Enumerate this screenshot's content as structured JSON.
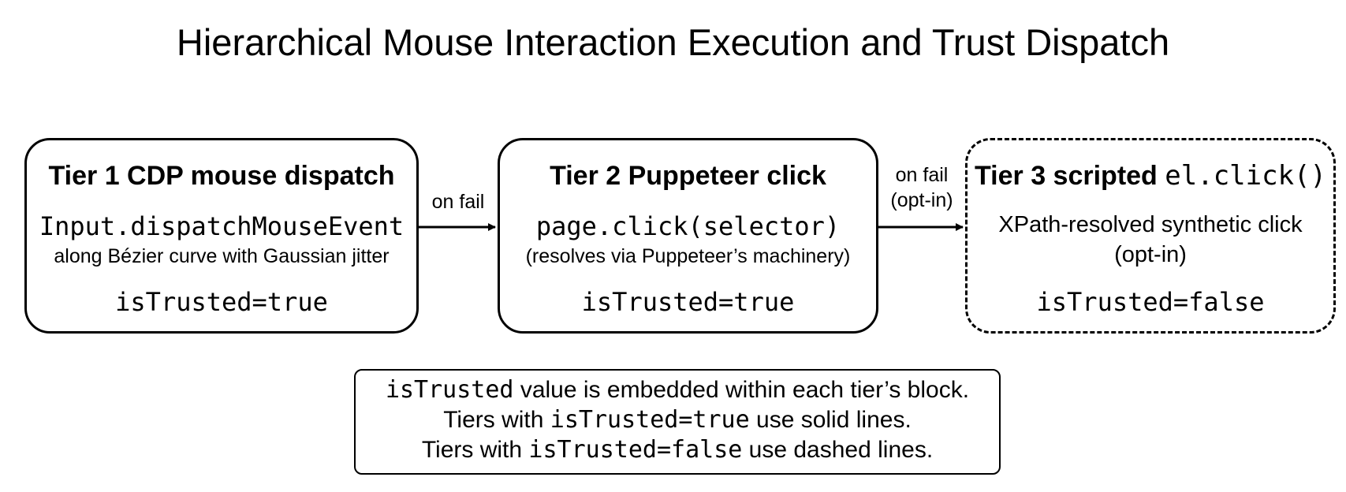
{
  "title": "Hierarchical Mouse Interaction Execution and Trust Dispatch",
  "tiers": [
    {
      "head_bold": "Tier 1 CDP mouse dispatch",
      "api": "Input.dispatchMouseEvent",
      "desc": "along Bézier curve with Gaussian jitter",
      "trust": "isTrusted=true",
      "line_style": "solid"
    },
    {
      "head_bold": "Tier 2 Puppeteer click",
      "api": "page.click(selector)",
      "desc": "(resolves via Puppeteer’s machinery)",
      "trust": "isTrusted=true",
      "line_style": "solid"
    },
    {
      "head_bold": "Tier 3 scripted",
      "head_code": "el.click()",
      "desc_line1": "XPath-resolved synthetic click",
      "desc_line2": "(opt-in)",
      "trust": "isTrusted=false",
      "line_style": "dashed"
    }
  ],
  "arrows": [
    {
      "label_line1": "on fail"
    },
    {
      "label_line1": "on fail",
      "label_line2": "(opt-in)"
    }
  ],
  "legend": {
    "line1_code": "isTrusted",
    "line1_text": " value is embedded within each tier’s block.",
    "line2_pre": "Tiers with ",
    "line2_code": "isTrusted=true",
    "line2_post": " use solid lines.",
    "line3_pre": "Tiers with ",
    "line3_code": "isTrusted=false",
    "line3_post": " use dashed lines."
  }
}
